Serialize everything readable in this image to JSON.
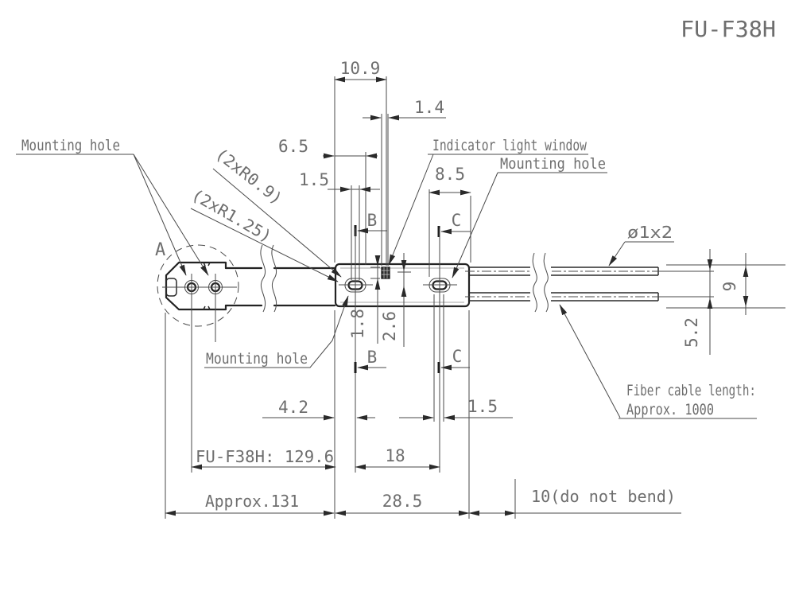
{
  "title": "FU-F38H",
  "colors": {
    "background": "#ffffff",
    "part_outline": "#232323",
    "dimension_lines": "#4a4a4a",
    "text": "#6e6e6e",
    "indicator_window_fill": "#2f2f2f"
  },
  "annotations": {
    "mounting_hole_top_left": "Mounting hole",
    "mounting_hole_top_right": "Mounting hole",
    "mounting_hole_bottom": "Mounting hole",
    "indicator_light_window": "Indicator light window",
    "fiber_diameter": "ø1x2",
    "fiber_length_line1": "Fiber cable length:",
    "fiber_length_line2": "Approx. 1000",
    "radius_note_small": "(2xR0.9)",
    "radius_note_large": "(2xR1.25)",
    "detail_a": "A",
    "section_b": "B",
    "section_c": "C"
  },
  "dimensions": {
    "top_width": "10.9",
    "window_width": "1.4",
    "left_offset": "6.5",
    "slot_width_top": "1.5",
    "right_offset": "8.5",
    "window_top_offset": "1.8",
    "window_bottom_offset": "2.6",
    "body_height": "9",
    "fiber_pitch": "5.2",
    "hole_offset": "4.2",
    "fiber_offset_bottom": "1.5",
    "head_length": "FU-F38H: 129.6",
    "hole_spacing": "18",
    "overall_length": "Approx.131",
    "body_length": "28.5",
    "no_bend_zone": "10(do not bend)"
  }
}
